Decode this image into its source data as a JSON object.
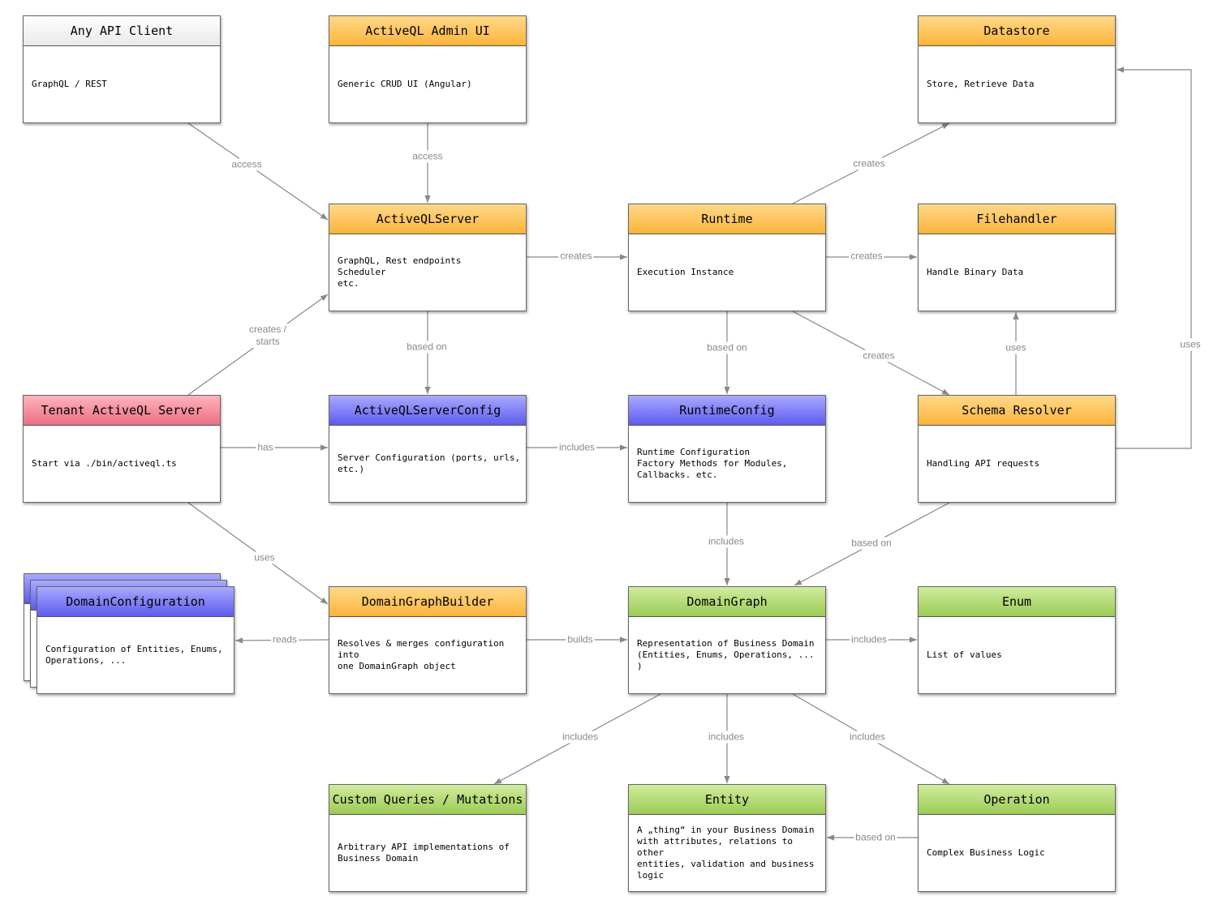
{
  "colors": {
    "white_header": "#f0f0f0",
    "orange_header": "#fbb43a",
    "blue_header": "#5c5cee",
    "red_header": "#ea6f81",
    "green_header": "#9bcb55",
    "edge": "#888888"
  },
  "nodes": {
    "api_client": {
      "title": "Any API Client",
      "lines": [
        "GraphQL / REST"
      ]
    },
    "admin_ui": {
      "title": "ActiveQL Admin UI",
      "lines": [
        "Generic CRUD UI (Angular)"
      ]
    },
    "datastore": {
      "title": "Datastore",
      "lines": [
        "Store, Retrieve Data"
      ]
    },
    "server": {
      "title": "ActiveQLServer",
      "lines": [
        "GraphQL, Rest endpoints",
        "Scheduler",
        "etc."
      ]
    },
    "runtime": {
      "title": "Runtime",
      "lines": [
        "Execution Instance"
      ]
    },
    "filehandler": {
      "title": "Filehandler",
      "lines": [
        "Handle Binary Data"
      ]
    },
    "tenant": {
      "title": "Tenant ActiveQL Server",
      "lines": [
        "Start via ./bin/activeql.ts"
      ]
    },
    "server_config": {
      "title": "ActiveQLServerConfig",
      "lines": [
        "Server Configuration (ports, urls,",
        "etc.)"
      ]
    },
    "runtime_config": {
      "title": "RuntimeConfig",
      "lines": [
        "Runtime Configuration",
        "Factory Methods for Modules,",
        "Callbacks. etc."
      ]
    },
    "schema_resolver": {
      "title": "Schema Resolver",
      "lines": [
        "Handling API requests"
      ]
    },
    "domain_config": {
      "title": "DomainConfiguration",
      "lines": [
        "Configuration of Entities, Enums,",
        "Operations, ..."
      ]
    },
    "builder": {
      "title": "DomainGraphBuilder",
      "lines": [
        "Resolves & merges configuration into",
        "one DomainGraph object"
      ]
    },
    "domain_graph": {
      "title": "DomainGraph",
      "lines": [
        "Representation of Business Domain",
        "(Entities, Enums, Operations, ... )"
      ]
    },
    "enum": {
      "title": "Enum",
      "lines": [
        "List of values"
      ]
    },
    "custom_queries": {
      "title": "Custom Queries / Mutations",
      "lines": [
        "Arbitrary API implementations of",
        "Business Domain"
      ]
    },
    "entity": {
      "title": "Entity",
      "lines": [
        "A „thing“ in your Business Domain",
        "with attributes, relations to other",
        "entities, validation and business",
        "logic"
      ]
    },
    "operation": {
      "title": "Operation",
      "lines": [
        "Complex Business Logic"
      ]
    }
  },
  "edges": [
    {
      "from": "api_client",
      "to": "server",
      "label": "access"
    },
    {
      "from": "admin_ui",
      "to": "server",
      "label": "access"
    },
    {
      "from": "runtime",
      "to": "datastore",
      "label": "creates"
    },
    {
      "from": "server",
      "to": "runtime",
      "label": "creates"
    },
    {
      "from": "runtime",
      "to": "filehandler",
      "label": "creates"
    },
    {
      "from": "tenant",
      "to": "server",
      "label": "creates /\nstarts"
    },
    {
      "from": "server",
      "to": "server_config",
      "label": "based on"
    },
    {
      "from": "runtime",
      "to": "runtime_config",
      "label": "based on"
    },
    {
      "from": "runtime",
      "to": "schema_resolver",
      "label": "creates"
    },
    {
      "from": "schema_resolver",
      "to": "filehandler",
      "label": "uses"
    },
    {
      "from": "schema_resolver",
      "to": "datastore",
      "label": "uses"
    },
    {
      "from": "tenant",
      "to": "server_config",
      "label": "has"
    },
    {
      "from": "server_config",
      "to": "runtime_config",
      "label": "includes"
    },
    {
      "from": "runtime_config",
      "to": "domain_graph",
      "label": "includes"
    },
    {
      "from": "schema_resolver",
      "to": "domain_graph",
      "label": "based on"
    },
    {
      "from": "tenant",
      "to": "builder",
      "label": "uses"
    },
    {
      "from": "builder",
      "to": "domain_config",
      "label": "reads"
    },
    {
      "from": "builder",
      "to": "domain_graph",
      "label": "builds"
    },
    {
      "from": "domain_graph",
      "to": "enum",
      "label": "includes"
    },
    {
      "from": "domain_graph",
      "to": "custom_queries",
      "label": "includes"
    },
    {
      "from": "domain_graph",
      "to": "entity",
      "label": "includes"
    },
    {
      "from": "domain_graph",
      "to": "operation",
      "label": "includes"
    },
    {
      "from": "operation",
      "to": "entity",
      "label": "based on"
    }
  ]
}
